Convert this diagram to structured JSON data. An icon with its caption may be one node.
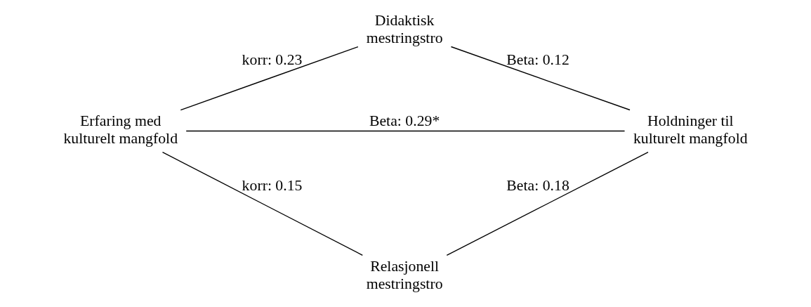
{
  "diagram": {
    "nodes": [
      {
        "text": [
          "Didaktisk mestringstro"
        ]
      },
      {
        "text": [
          "Erfaring med kulturelt mangfold"
        ]
      },
      {
        "text": [
          "Holdninger til kulturelt mangfold"
        ]
      },
      {
        "text": [
          "Relasjonell mestringstro"
        ]
      }
    ],
    "edges": [
      {
        "from": 1,
        "to": 0,
        "arrow": "none",
        "label": "korr: 0.23"
      },
      {
        "from": 0,
        "to": 2,
        "arrow": "none",
        "label": "Beta: 0.12"
      },
      {
        "from": 1,
        "to": 2,
        "arrow": "none",
        "label": "Beta: 0.29*"
      },
      {
        "from": 1,
        "to": 3,
        "arrow": "none",
        "label": "korr: 0.15"
      },
      {
        "from": 3,
        "to": 2,
        "arrow": "none",
        "label": "Beta: 0.18"
      }
    ]
  }
}
